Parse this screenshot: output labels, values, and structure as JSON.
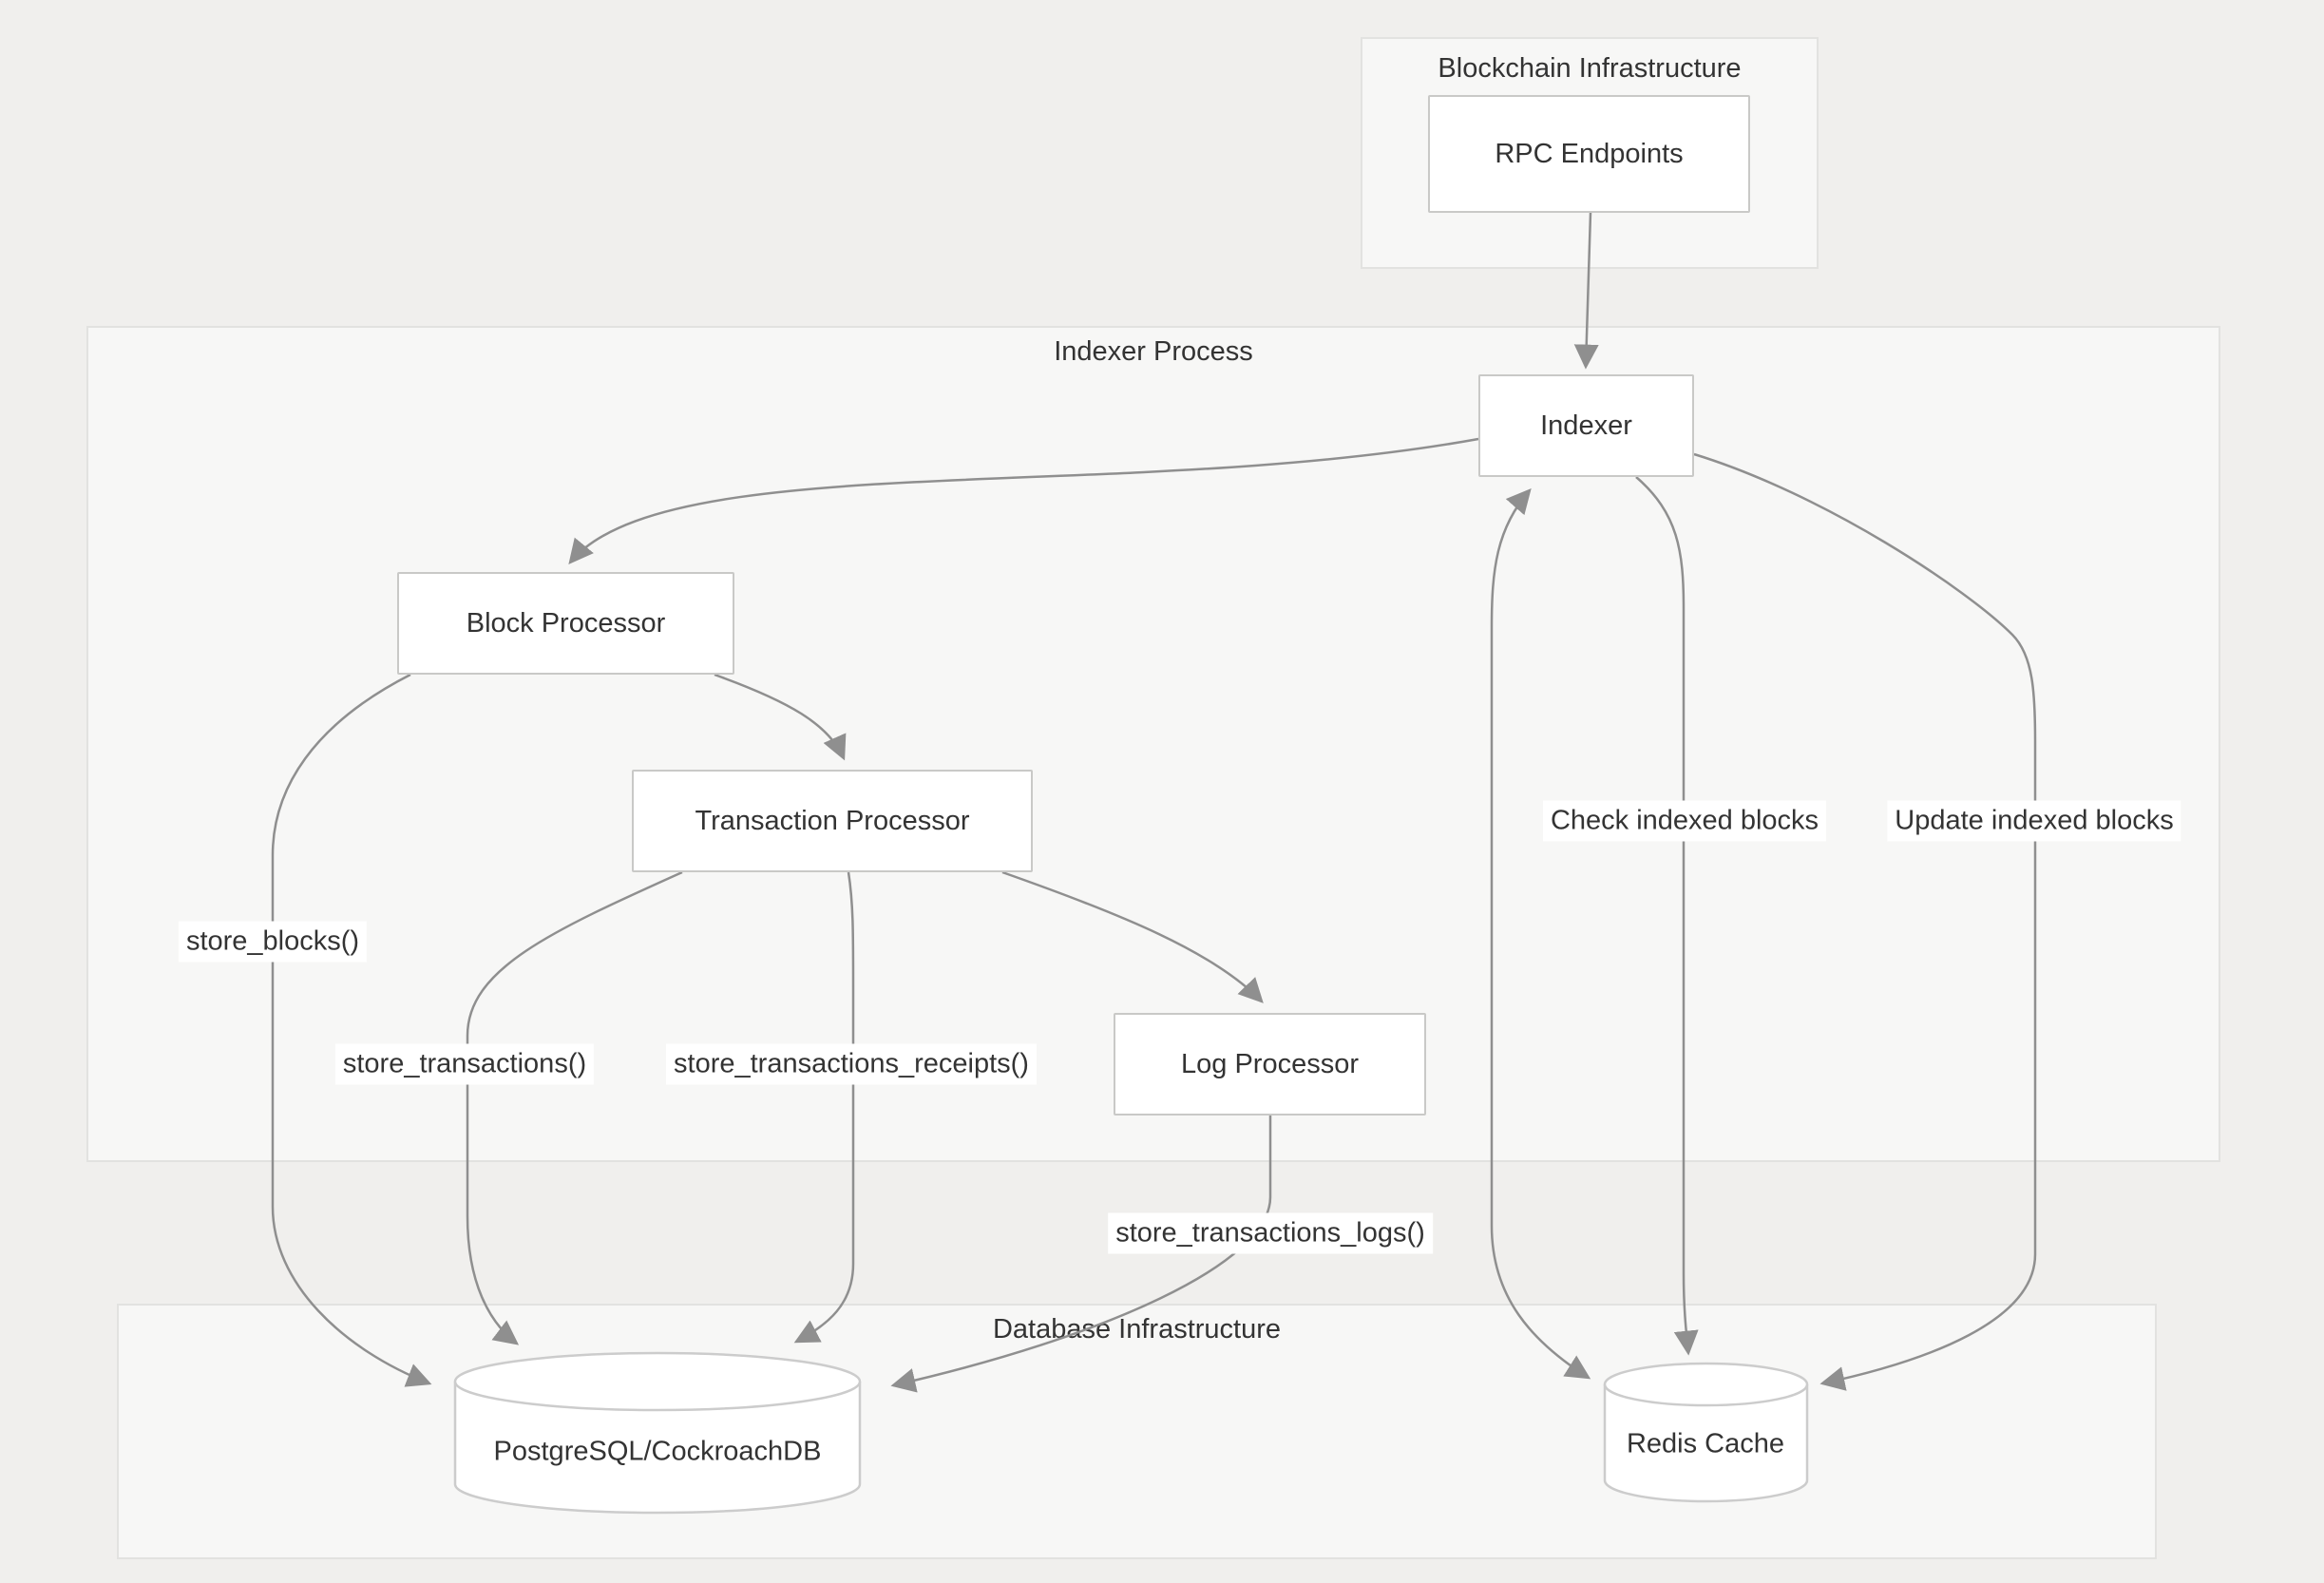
{
  "diagram_type": "flowchart",
  "containers": {
    "blockchain": {
      "label": "Blockchain Infrastructure"
    },
    "indexer_process": {
      "label": "Indexer Process"
    },
    "database": {
      "label": "Database Infrastructure"
    }
  },
  "nodes": {
    "rpc": {
      "label": "RPC Endpoints",
      "shape": "rect"
    },
    "indexer": {
      "label": "Indexer",
      "shape": "rect"
    },
    "block_processor": {
      "label": "Block Processor",
      "shape": "rect"
    },
    "transaction_processor": {
      "label": "Transaction Processor",
      "shape": "rect"
    },
    "log_processor": {
      "label": "Log Processor",
      "shape": "rect"
    },
    "postgres": {
      "label": "PostgreSQL/CockroachDB",
      "shape": "cylinder"
    },
    "redis": {
      "label": "Redis Cache",
      "shape": "cylinder"
    }
  },
  "edge_labels": {
    "store_blocks": "store_blocks()",
    "store_transactions": "store_transactions()",
    "store_transactions_receipts": "store_transactions_receipts()",
    "store_transactions_logs": "store_transactions_logs()",
    "check_indexed": "Check indexed blocks",
    "update_indexed": "Update indexed blocks"
  },
  "edges": [
    {
      "from": "RPC Endpoints",
      "to": "Indexer",
      "label": ""
    },
    {
      "from": "Indexer",
      "to": "Block Processor",
      "label": ""
    },
    {
      "from": "Block Processor",
      "to": "Transaction Processor",
      "label": ""
    },
    {
      "from": "Block Processor",
      "to": "PostgreSQL/CockroachDB",
      "label": "store_blocks()"
    },
    {
      "from": "Transaction Processor",
      "to": "PostgreSQL/CockroachDB",
      "label": "store_transactions()"
    },
    {
      "from": "Transaction Processor",
      "to": "PostgreSQL/CockroachDB",
      "label": "store_transactions_receipts()"
    },
    {
      "from": "Transaction Processor",
      "to": "Log Processor",
      "label": ""
    },
    {
      "from": "Log Processor",
      "to": "PostgreSQL/CockroachDB",
      "label": "store_transactions_logs()"
    },
    {
      "from": "Indexer",
      "to": "Redis Cache",
      "label": "Check indexed blocks"
    },
    {
      "from": "Indexer",
      "to": "Redis Cache",
      "label": "Update indexed blocks"
    },
    {
      "from": "Redis Cache",
      "to": "Indexer",
      "label": ""
    }
  ],
  "colors": {
    "page_background": "#f0efed",
    "cluster_fill": "#f7f7f6",
    "cluster_border": "#e2e2e0",
    "node_fill": "#ffffff",
    "node_border": "#c9c9c7",
    "edge_stroke": "#8f8f8f",
    "text": "#333333"
  }
}
